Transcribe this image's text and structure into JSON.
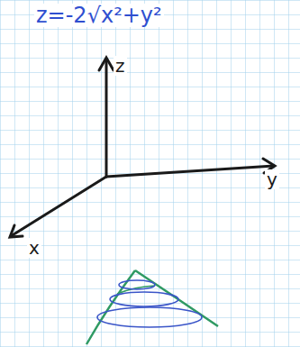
{
  "diagram": {
    "labels": [
      "z=-2√x²+y²",
      "z",
      "y",
      "x"
    ]
  }
}
